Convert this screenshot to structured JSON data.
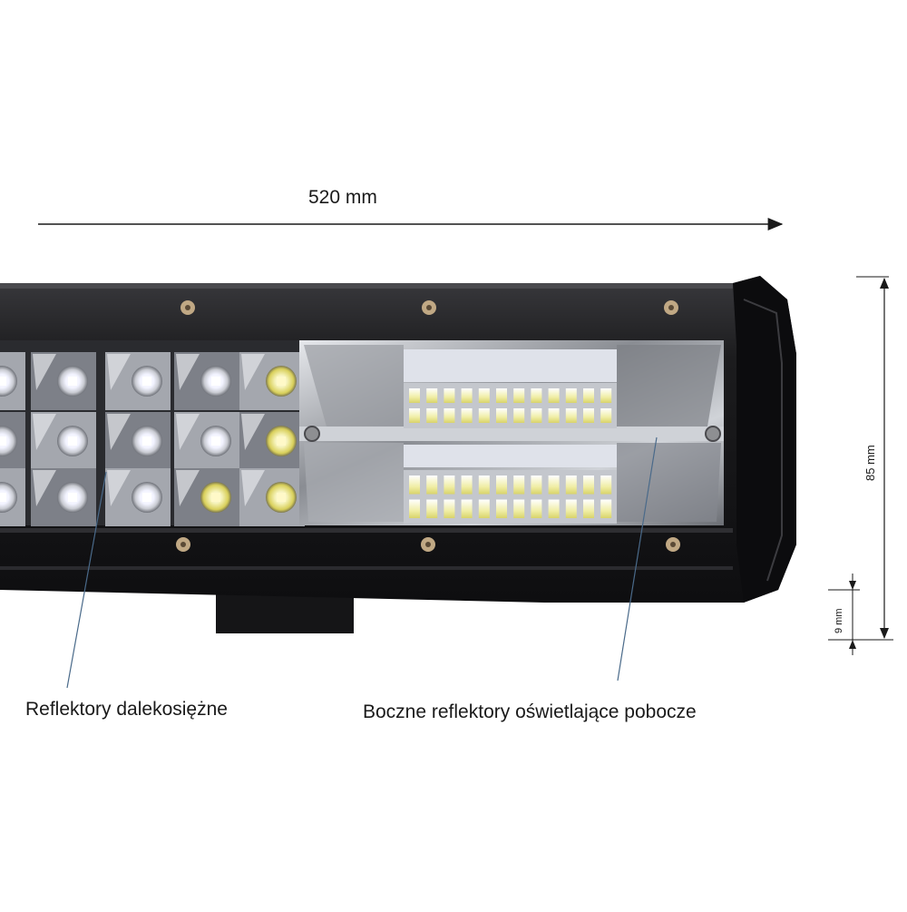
{
  "dimensions": {
    "width_label": "520 mm",
    "height_label": "85 mm",
    "foot_label": "9 mm"
  },
  "callouts": {
    "left": "Reflektory dalekosiężne",
    "right": "Boczne reflektory oświetlające pobocze"
  },
  "colors": {
    "housing": "#1c1c1e",
    "housing_highlight": "#3a3a3e",
    "chrome": "#b9bcc2",
    "led_glow": "#f2f3ff",
    "led_yellow": "#e8e07a",
    "annotation_line": "#1a1a1a",
    "callout_line": "#4a6a8a"
  }
}
